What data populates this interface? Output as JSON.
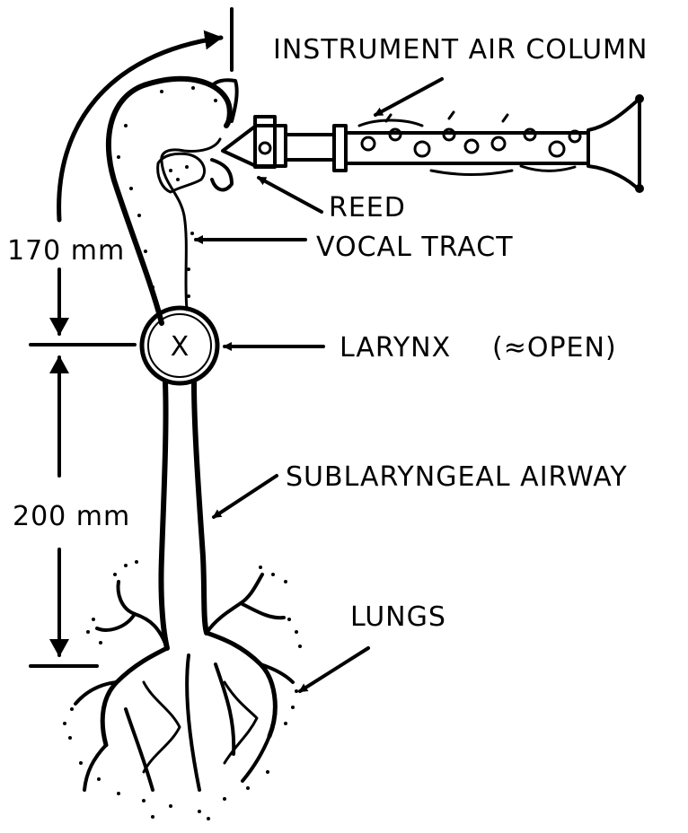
{
  "labels": {
    "instrument_air_column": "INSTRUMENT AIR COLUMN",
    "reed": "REED",
    "vocal_tract": "VOCAL TRACT",
    "larynx": "LARYNX",
    "larynx_note": "(≈OPEN)",
    "larynx_mark": "X",
    "sublaryngeal_airway": "SUBLARYNGEAL AIRWAY",
    "lungs": "LUNGS"
  },
  "dimensions": {
    "upper": "170 mm",
    "lower": "200 mm"
  },
  "colors": {
    "ink": "#000000",
    "background": "#ffffff"
  }
}
